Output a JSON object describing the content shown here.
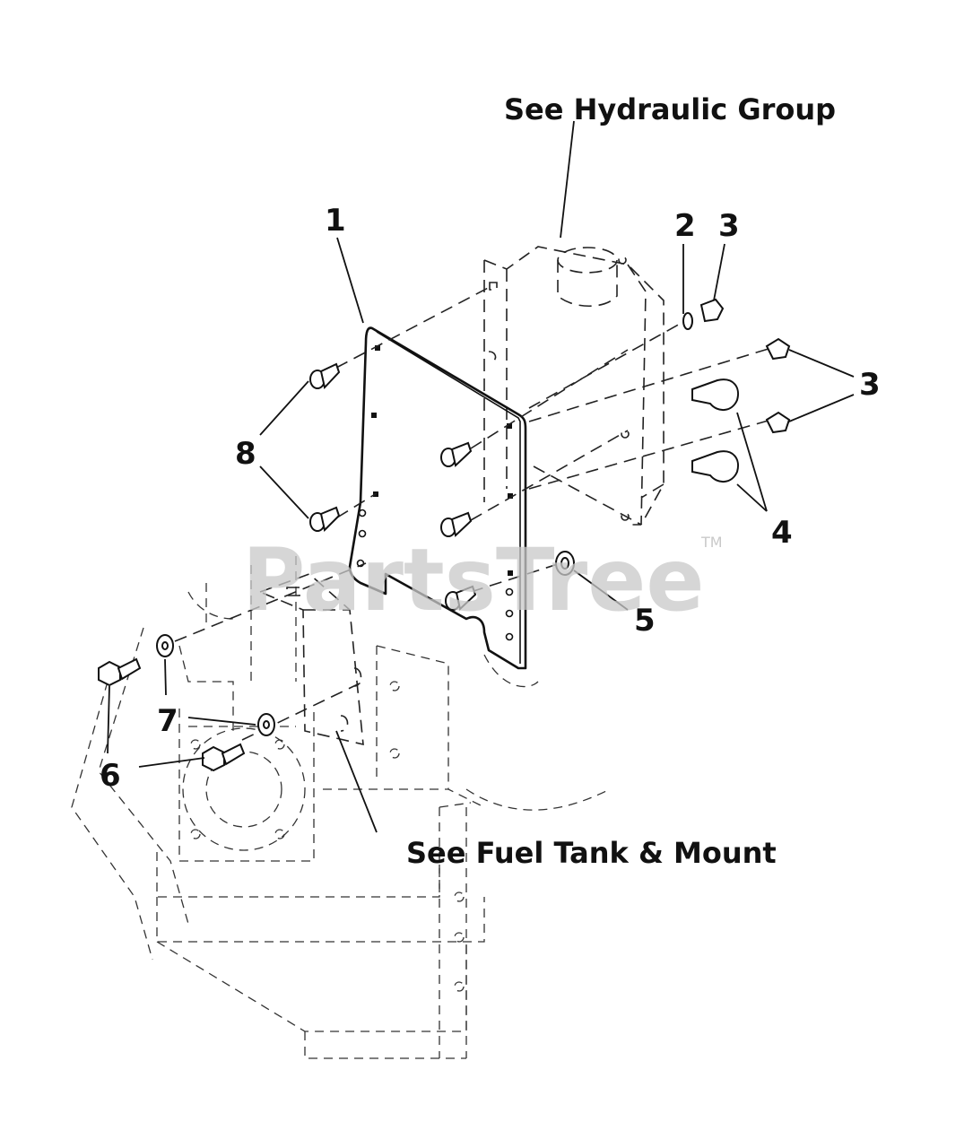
{
  "references": {
    "hydraulic": "See Hydraulic Group",
    "fuel_tank": "See Fuel Tank & Mount"
  },
  "callouts": [
    "1",
    "2",
    "3",
    "3",
    "4",
    "5",
    "6",
    "7",
    "8"
  ],
  "watermark": {
    "text": "PartsTree",
    "trademark": "TM"
  }
}
